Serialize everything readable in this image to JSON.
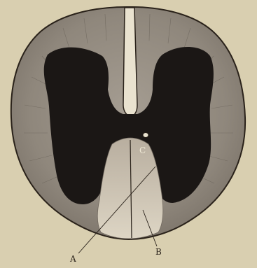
{
  "labels": {
    "a": "A",
    "b": "B",
    "c": "C"
  },
  "colors": {
    "paper": "#d9cfb0",
    "white_matter": "#8f877c",
    "grey_matter": "#1b1715",
    "ink": "#2a221a",
    "pale_column": "#cfc6b6"
  }
}
